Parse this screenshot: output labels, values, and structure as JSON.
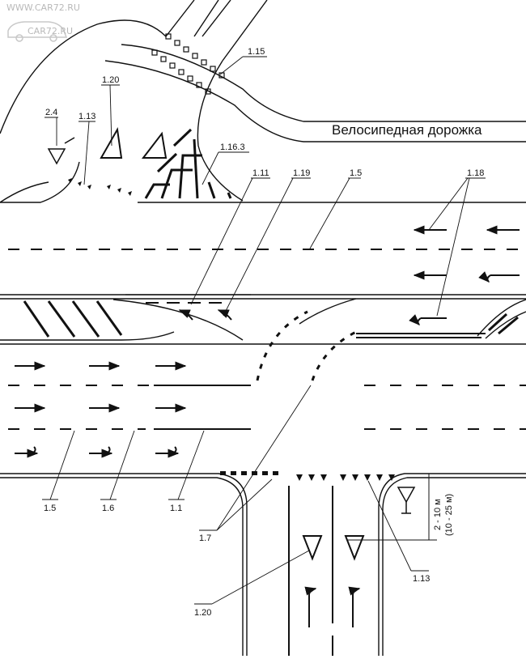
{
  "watermark": {
    "site_url": "WWW.CAR72.RU",
    "logo_text": "CAR72.RU"
  },
  "bike_path": {
    "caption": "Велосипедная дорожка"
  },
  "dimension": {
    "primary": "2 - 10 м",
    "secondary": "(10 - 25 м)"
  },
  "markings": {
    "m_1_1": "1.1",
    "m_1_5_top": "1.5",
    "m_1_5_bottom": "1.5",
    "m_1_6": "1.6",
    "m_1_7": "1.7",
    "m_1_11": "1.11",
    "m_1_13_left": "1.13",
    "m_1_13_right": "1.13",
    "m_1_15": "1.15",
    "m_1_16_3": "1.16.3",
    "m_1_18": "1.18",
    "m_1_19": "1.19",
    "m_1_20_top": "1.20",
    "m_1_20_bottom": "1.20"
  },
  "signs": {
    "s_2_4": "2.4"
  },
  "colors": {
    "ink": "#111111",
    "paper": "#ffffff",
    "watermark": "#b9b9b9"
  }
}
